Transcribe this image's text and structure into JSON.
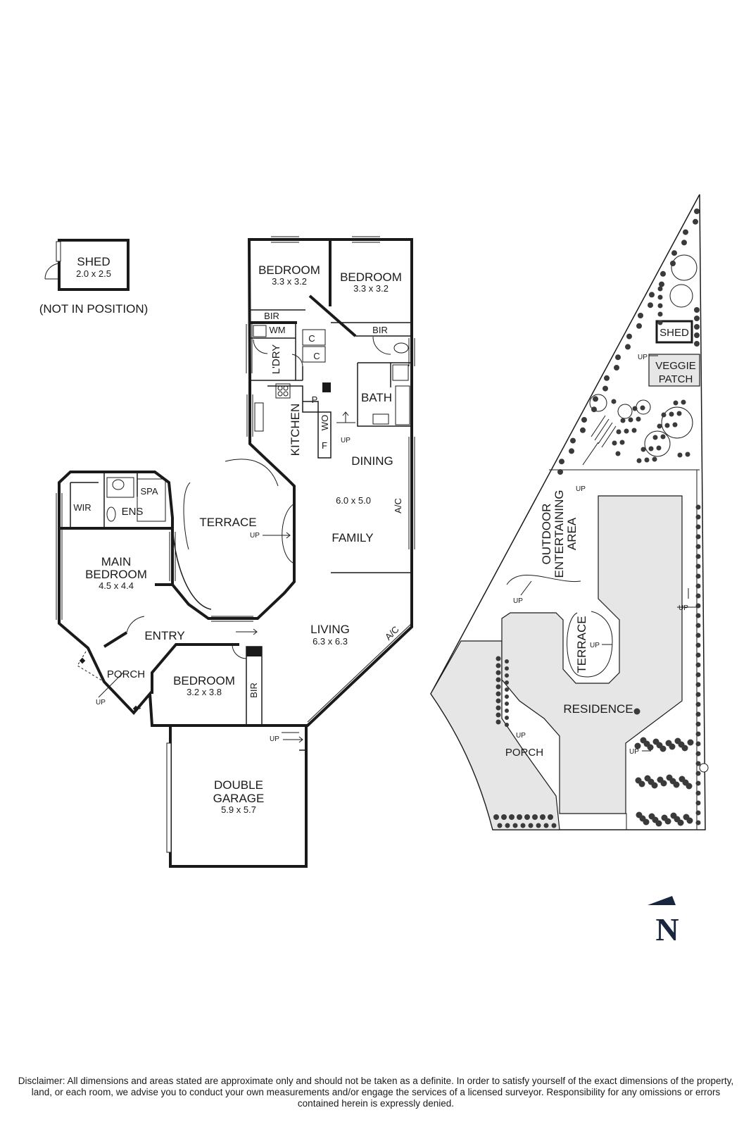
{
  "shed": {
    "name": "SHED",
    "dim": "2.0 x 2.5",
    "note": "(NOT IN POSITION)"
  },
  "rooms": {
    "bedroom_nw": {
      "name": "BEDROOM",
      "dim": "3.3 x 3.2"
    },
    "bedroom_ne": {
      "name": "BEDROOM",
      "dim": "3.3 x 3.2"
    },
    "bir_1": "BIR",
    "bir_2": "BIR",
    "bir_3": "BIR",
    "wm": "WM",
    "laundry": "L'DRY",
    "c1": "C",
    "c2": "C",
    "p": "P",
    "wo": "WO",
    "f": "F",
    "kitchen": "KITCHEN",
    "bath": "BATH",
    "dining": "DINING",
    "family_dim": "6.0 x 5.0",
    "family": "FAMILY",
    "ac_1": "A/C",
    "ac_2": "A/C",
    "terrace": "TERRACE",
    "wir": "WIR",
    "ens": "ENS",
    "spa": "SPA",
    "main_bedroom": {
      "line1": "MAIN",
      "line2": "BEDROOM",
      "dim": "4.5 x 4.4"
    },
    "entry": "ENTRY",
    "living": {
      "name": "LIVING",
      "dim": "6.3 x 6.3"
    },
    "porch": "PORCH",
    "bedroom_s": {
      "name": "BEDROOM",
      "dim": "3.2 x 3.8"
    },
    "garage": {
      "line1": "DOUBLE",
      "line2": "GARAGE",
      "dim": "5.9 x 5.7"
    }
  },
  "up": "UP",
  "site": {
    "shed": "SHED",
    "veggie": {
      "line1": "VEGGIE",
      "line2": "PATCH"
    },
    "outdoor": {
      "line1": "OUTDOOR",
      "line2": "ENTERTAINING",
      "line3": "AREA"
    },
    "terrace": "TERRACE",
    "residence": "Residence",
    "residence_display": "RESIDENCE",
    "porch": "PORCH"
  },
  "north": "N",
  "disclaimer": "Disclaimer: All dimensions and areas stated are approximate only and should not be taken as a definite. In order to satisfy yourself of the exact dimensions of the property, land, or each room, we advise you to conduct your own measurements and/or engage the services of a licensed surveyor. Responsibility for any omissions or errors contained herein is expressly denied."
}
